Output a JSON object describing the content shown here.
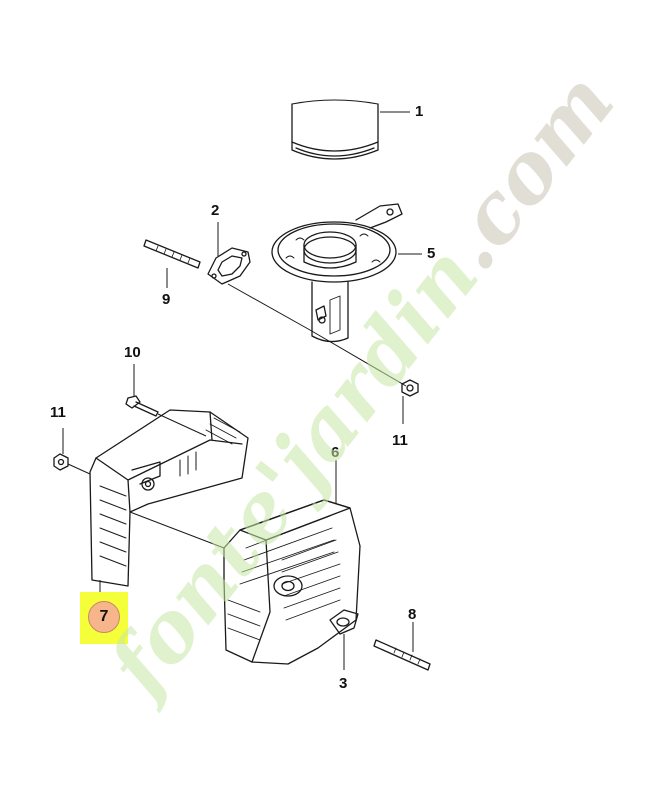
{
  "diagram": {
    "callouts": [
      {
        "id": "c1",
        "label": "1"
      },
      {
        "id": "c2",
        "label": "2"
      },
      {
        "id": "c5",
        "label": "5"
      },
      {
        "id": "c9",
        "label": "9"
      },
      {
        "id": "c10",
        "label": "10"
      },
      {
        "id": "c11a",
        "label": "11"
      },
      {
        "id": "c11b",
        "label": "11"
      },
      {
        "id": "c6",
        "label": "6"
      },
      {
        "id": "c7",
        "label": "7"
      },
      {
        "id": "c8",
        "label": "8"
      },
      {
        "id": "c3",
        "label": "3"
      }
    ],
    "highlight": {
      "label": "7",
      "box_color": "#f4ff3a",
      "circle_color": "#f6b58a"
    }
  },
  "watermark": {
    "text_green": "fonte",
    "text_green2": "jardin",
    "text_grey": ".com",
    "separator": "'",
    "green_color": "#c6e6a6",
    "grey_color": "#c9c2b4"
  }
}
